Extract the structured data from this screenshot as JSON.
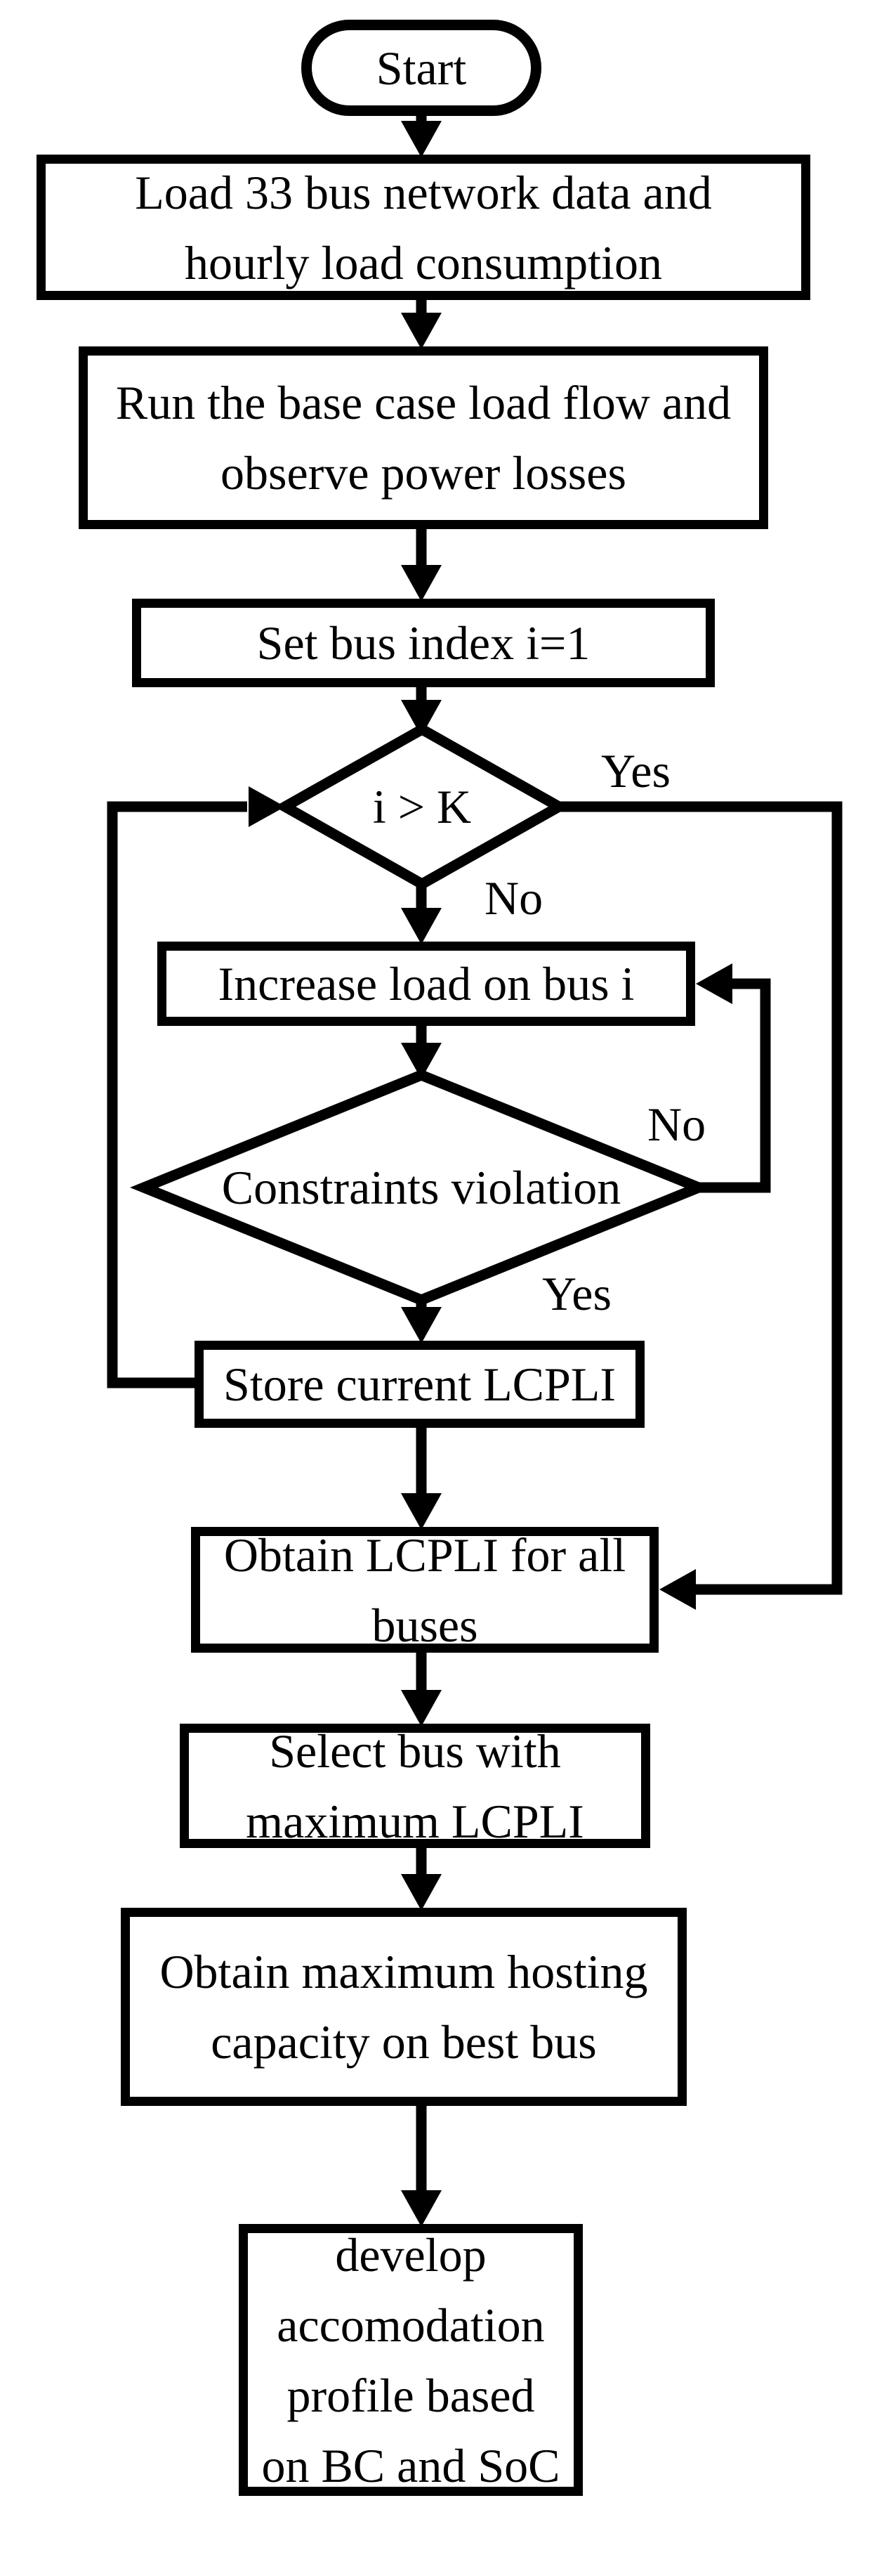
{
  "colors": {
    "stroke": "#000000",
    "node_fill": "#ffffff",
    "background": "#ffffff",
    "text": "#000000"
  },
  "flowchart": {
    "nodes": [
      {
        "id": "start",
        "shape": "terminator",
        "lines": [
          "Start"
        ]
      },
      {
        "id": "load-network-data",
        "shape": "process",
        "lines": [
          "Load 33 bus network data and",
          "hourly load consumption"
        ]
      },
      {
        "id": "run-base-case",
        "shape": "process",
        "lines": [
          "Run the base case load flow and",
          "observe power losses"
        ]
      },
      {
        "id": "set-bus-index",
        "shape": "process",
        "lines": [
          "Set bus index i=1"
        ]
      },
      {
        "id": "check-bus-index",
        "shape": "decision",
        "lines": [
          "i > K"
        ]
      },
      {
        "id": "increase-load",
        "shape": "process",
        "lines": [
          "Increase load on bus i"
        ]
      },
      {
        "id": "constraints-violation",
        "shape": "decision",
        "lines": [
          "Constraints violation"
        ]
      },
      {
        "id": "store-current-lcpli",
        "shape": "process",
        "lines": [
          "Store current LCPLI"
        ]
      },
      {
        "id": "obtain-lcpli-all-buses",
        "shape": "process",
        "lines": [
          "Obtain LCPLI for all",
          "buses"
        ]
      },
      {
        "id": "select-bus-max-lcpli",
        "shape": "process",
        "lines": [
          "Select bus with",
          "maximum LCPLI"
        ]
      },
      {
        "id": "obtain-max-hosting",
        "shape": "process",
        "lines": [
          "Obtain maximum hosting",
          "capacity on best bus"
        ]
      },
      {
        "id": "develop-accommodation-profile",
        "shape": "process",
        "lines": [
          "develop",
          "accomodation",
          "profile based",
          "on BC and SoC"
        ]
      }
    ],
    "edge_labels": [
      {
        "id": "check-index-yes",
        "text": "Yes"
      },
      {
        "id": "check-index-no",
        "text": "No"
      },
      {
        "id": "constraints-no",
        "text": "No"
      },
      {
        "id": "constraints-yes",
        "text": "Yes"
      }
    ]
  }
}
